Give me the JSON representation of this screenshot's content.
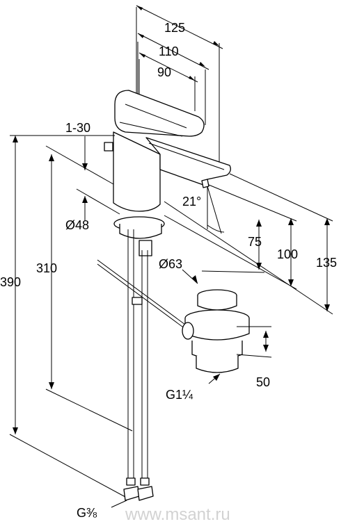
{
  "dimensions": {
    "w125": "125",
    "w110": "110",
    "w90": "90",
    "lever_angle": "1-30",
    "base_dia": "Ø48",
    "spout_angle": "21°",
    "h75": "75",
    "h100": "100",
    "h135": "135",
    "total390": "390",
    "h310": "310",
    "drain_dia": "Ø63",
    "drain_h50": "50",
    "drain_thread": "G1¼",
    "hose_thread": "G⅜"
  },
  "watermark": "www.msant.ru"
}
